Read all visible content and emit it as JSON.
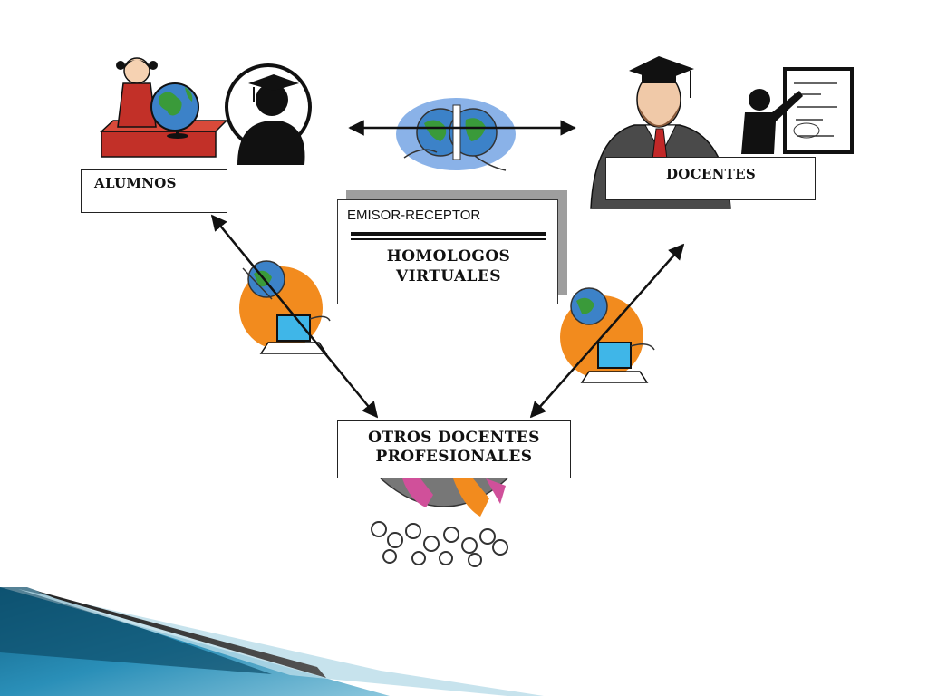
{
  "nodes": {
    "alumnos": {
      "label": "ALUMNOS"
    },
    "docentes": {
      "label": "DOCENTES"
    },
    "otros": {
      "line1": "OTROS DOCENTES",
      "line2": "PROFESIONALES"
    }
  },
  "center_box": {
    "title": "EMISOR-RECEPTOR",
    "line1": "HOMOLOGOS",
    "line2": "VIRTUALES"
  },
  "icons": {
    "student": "student-with-globe-icon",
    "graduate": "graduate-silhouette-icon",
    "exchange": "globe-exchange-icon",
    "professor": "professor-icon",
    "presenter": "presenter-with-board-icon",
    "computer_left": "computer-globe-icon",
    "computer_right": "computer-globe-icon",
    "world_people": "world-people-icon"
  },
  "colors": {
    "arrow": "#111111",
    "orange": "#f28b1e",
    "globe_blue": "#3c82c8",
    "globe_green": "#3a9a3a",
    "accent_teal": "#1f7aa0"
  }
}
